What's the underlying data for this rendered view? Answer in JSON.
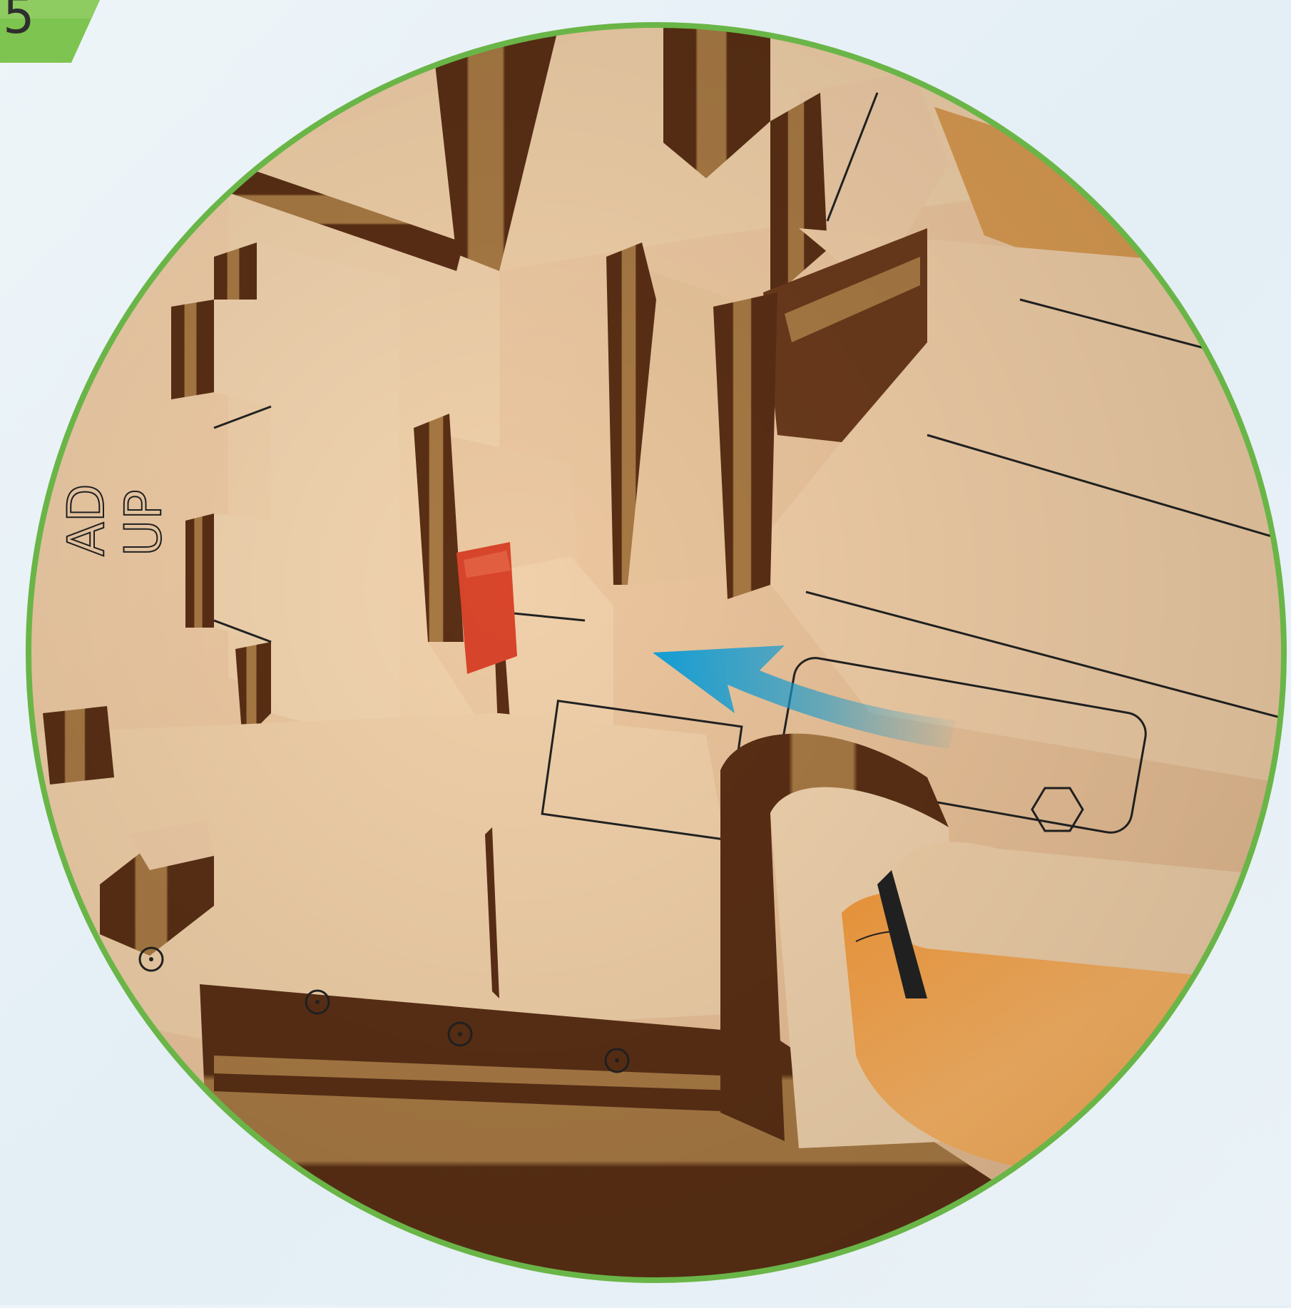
{
  "step": {
    "number": "5"
  },
  "engraved_text": {
    "line1": "AD",
    "line2": "UP"
  },
  "colors": {
    "frame_green": "#6ab547",
    "badge_green": "#7ec450",
    "arrow_blue": "#13a0d8",
    "marker_red": "#d8452b",
    "wood_light": "#eecba7",
    "wood_dark": "#6b3a1c",
    "strap_orange": "#f6a954",
    "background": "#e8f1f6"
  },
  "icons": [
    "direction-arrow",
    "hexagon-mark",
    "red-square-marker",
    "circle-hole-marks"
  ]
}
